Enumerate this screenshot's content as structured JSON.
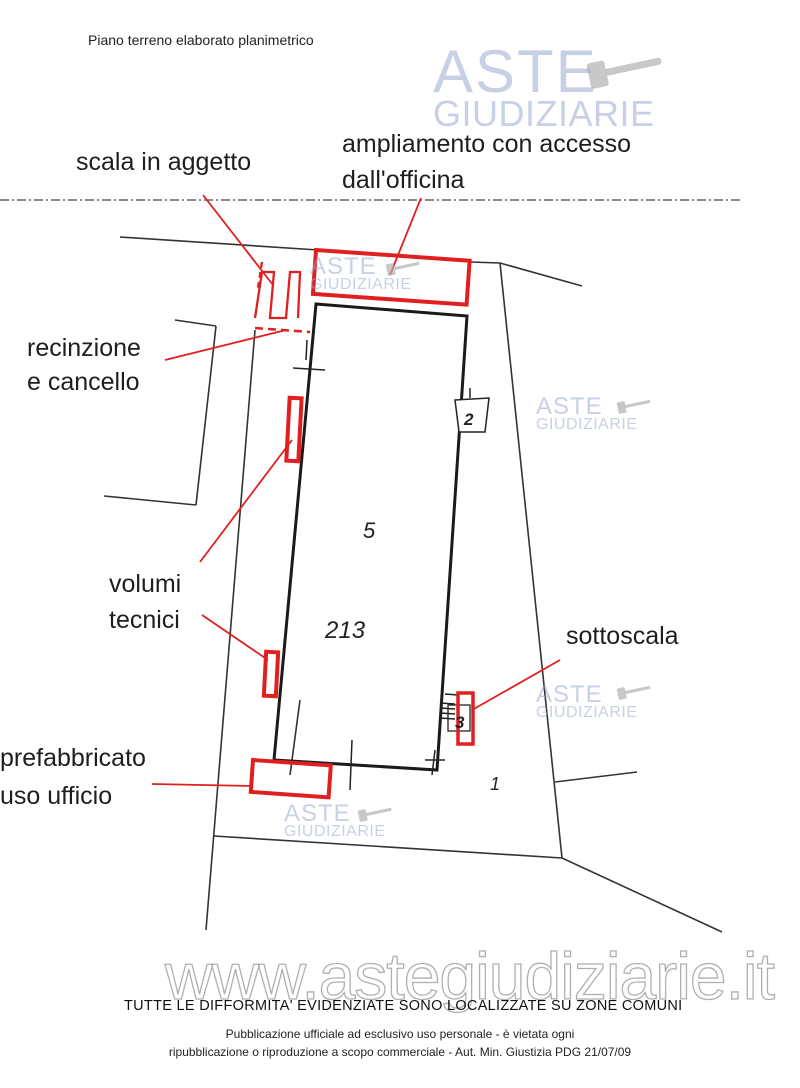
{
  "header": {
    "title": "Piano terreno elaborato planimetrico"
  },
  "labels": {
    "scala": "scala in aggetto",
    "ampliamento_l1": "ampliamento con accesso",
    "ampliamento_l2": "dall'officina",
    "recinzione_l1": "recinzione",
    "recinzione_l2": "e cancello",
    "volumi_l1": "volumi",
    "volumi_l2": "tecnici",
    "sottoscala": "sottoscala",
    "prefabbricato_l1": "prefabbricato",
    "prefabbricato_l2": "uso ufficio"
  },
  "plan_numbers": {
    "main_unit": "5",
    "parcel": "213",
    "unit_2": "2",
    "unit_3": "3",
    "unit_1": "1"
  },
  "watermark": {
    "brand_top": "ASTE",
    "brand_bottom": "GIUDIZIARIE",
    "site": "www.astegiudiziarie.it",
    "gavel_icon": "gavel-icon"
  },
  "notice": "TUTTE LE DIFFORMITA' EVIDENZIATE SONO LOCALIZZATE SU ZONE COMUNI",
  "footer": {
    "line1": "Pubblicazione ufficiale ad esclusivo uso personale - è vietata ogni",
    "line2": "ripubblicazione o riproduzione a scopo commerciale - Aut. Min. Giustizia PDG 21/07/09"
  },
  "colors": {
    "highlight": "#e02020",
    "lines": "#222222",
    "watermark": "#9aa9cf"
  }
}
